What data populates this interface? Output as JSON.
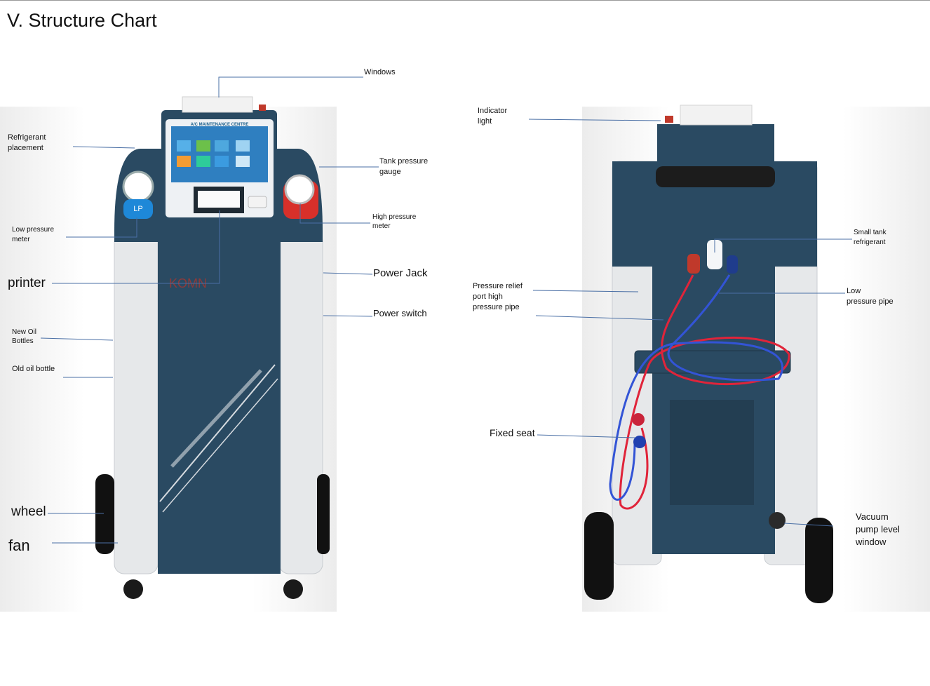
{
  "title": "V. Structure Chart",
  "front": {
    "screen_header": "A/C MAINTENANCE CENTRE",
    "brand": "KOMN",
    "gauge_left": "LP",
    "labels": {
      "windows": "Windows",
      "refrigerant_placement": "Refrigerant\nplacement",
      "tank_pressure_gauge": "Tank pressure\ngauge",
      "low_pressure_meter": "Low pressure\nmeter",
      "high_pressure_meter": "High pressure\nmeter",
      "printer": "printer",
      "power_jack": "Power Jack",
      "power_switch": "Power switch",
      "new_oil_bottles": "New Oil\nBottles",
      "old_oil_bottle": "Old oil bottle",
      "wheel": "wheel",
      "fan": "fan"
    }
  },
  "back": {
    "labels": {
      "indicator_light": "Indicator\nlight",
      "small_tank_refrigerant": "Small tank\nrefrigerant",
      "pressure_relief": "Pressure relief\nport high\npressure pipe",
      "low_pressure_pipe": "Low\npressure pipe",
      "fixed_seat": "Fixed seat",
      "vacuum_pump_level_window": "Vacuum\npump level\nwindow"
    }
  },
  "colors": {
    "navy": "#2a4a62",
    "shell": "#e6e8ea",
    "accent_blue": "#1e88d8",
    "accent_red": "#d8302a",
    "leader": "#4a6fa5"
  }
}
